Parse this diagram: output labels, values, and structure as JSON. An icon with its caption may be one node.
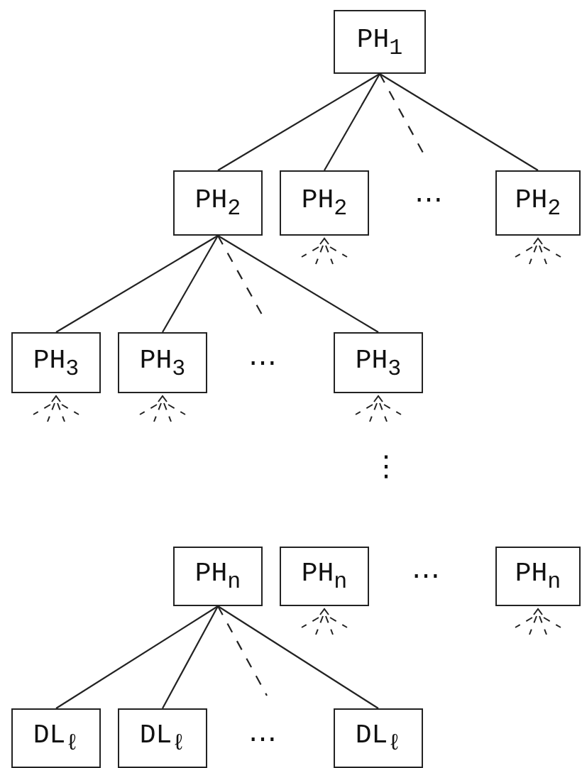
{
  "diagram": {
    "nodes": [
      {
        "text": [
          "PH$_{1}$"
        ]
      },
      {
        "text": [
          "PH$_{2}$"
        ]
      },
      {
        "text": [
          "PH$_{2}$"
        ]
      },
      {
        "text": [
          "PH$_{2}$"
        ]
      },
      {
        "text": [
          "PH$_{3}$"
        ]
      },
      {
        "text": [
          "PH$_{3}$"
        ]
      },
      {
        "text": [
          "PH$_{3}$"
        ]
      },
      {
        "text": [
          "PH$_{n}$"
        ]
      },
      {
        "text": [
          "PH$_{n}$"
        ]
      },
      {
        "text": [
          "PH$_{n}$"
        ]
      },
      {
        "text": [
          "DL$_{ℓ}$"
        ]
      },
      {
        "text": [
          "DL$_{ℓ}$"
        ]
      },
      {
        "text": [
          "DL$_{ℓ}$"
        ]
      }
    ],
    "edges": [
      {
        "from": 0,
        "to": 1,
        "arrow": "none"
      },
      {
        "from": 0,
        "to": 2,
        "arrow": "none"
      },
      {
        "from": 0,
        "to": null,
        "arrow": "none",
        "style": "dashed"
      },
      {
        "from": 0,
        "to": 3,
        "arrow": "none"
      },
      {
        "from": 1,
        "to": 4,
        "arrow": "none"
      },
      {
        "from": 1,
        "to": 5,
        "arrow": "none"
      },
      {
        "from": 1,
        "to": null,
        "arrow": "none",
        "style": "dashed"
      },
      {
        "from": 1,
        "to": 6,
        "arrow": "none"
      },
      {
        "from": 7,
        "to": 10,
        "arrow": "none"
      },
      {
        "from": 7,
        "to": 11,
        "arrow": "none"
      },
      {
        "from": 7,
        "to": null,
        "arrow": "none",
        "style": "dashed"
      },
      {
        "from": 7,
        "to": 12,
        "arrow": "none"
      }
    ],
    "labels": [
      "⋯",
      "⋯",
      "⋮",
      "⋯",
      "⋯"
    ]
  }
}
